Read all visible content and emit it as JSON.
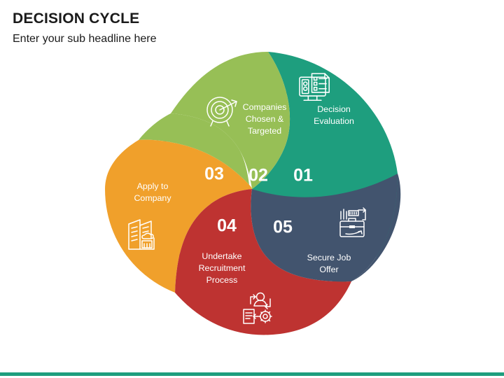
{
  "header": {
    "title": "DECISION CYCLE",
    "subtitle": "Enter your sub headline here"
  },
  "diagram": {
    "type": "cycle-pinwheel",
    "segment_count": 5,
    "center_gap": true,
    "rotation_direction": "clockwise",
    "segments": [
      {
        "number": "01",
        "label_line1": "Decision",
        "label_line2": "Evaluation",
        "color": "#1e9e7e",
        "icon": "monitor-checklist-icon"
      },
      {
        "number": "02",
        "label_line1": "Companies",
        "label_line2": "Chosen &",
        "label_line3": "Targeted",
        "color": "#97bf56",
        "icon": "target-dartboard-icon"
      },
      {
        "number": "03",
        "label_line1": "Apply to",
        "label_line2": "Company",
        "color": "#f0a02b",
        "icon": "office-building-icon"
      },
      {
        "number": "04",
        "label_line1": "Undertake",
        "label_line2": "Recruitment",
        "label_line3": "Process",
        "color": "#be3331",
        "icon": "recruitment-gear-icon"
      },
      {
        "number": "05",
        "label_line1": "Secure Job",
        "label_line2": "Offer",
        "color": "#42546e",
        "icon": "briefcase-arrow-icon"
      }
    ],
    "connector_color": "#808285"
  },
  "footer": {
    "bar_color": "#1e9e7e"
  }
}
